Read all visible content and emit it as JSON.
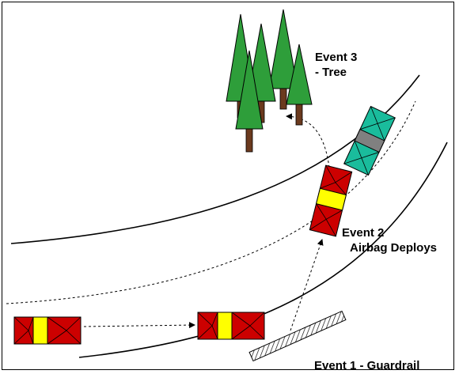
{
  "events": {
    "tree": {
      "line1": "Event 3",
      "line2": "- Tree"
    },
    "airbag": {
      "line1": "Event 2",
      "line2": "Airbag Deploys"
    },
    "guardrail": {
      "text": "Event 1 - Guardrail"
    }
  },
  "colors": {
    "car_body": "#cc0000",
    "car_stripe": "#ffff00",
    "other_car": "#1abc9c",
    "other_car_window": "#808080",
    "tree_foliage": "#2e9e3a",
    "tree_trunk": "#6b3a1e",
    "road_line": "#000000",
    "path_arrow": "#000000"
  }
}
